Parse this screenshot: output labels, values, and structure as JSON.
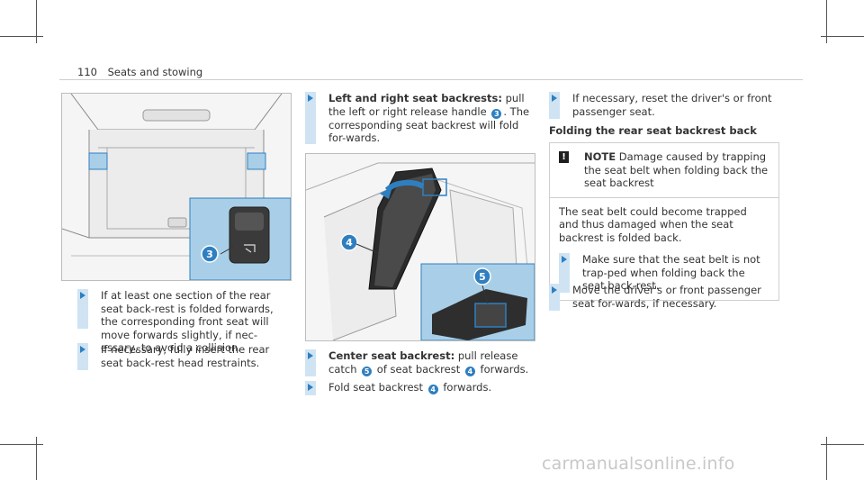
{
  "header": {
    "page_number": "110",
    "section": "Seats and stowing"
  },
  "col1": {
    "fig_callout": "3",
    "step1": "If at least one section of the rear seat back-rest is folded forwards, the corresponding front seat will move forwards slightly, if nec-essary, to avoid a collision.",
    "step2": "If necessary, fully insert the rear seat back-rest head restraints."
  },
  "col2": {
    "step1_bold": "Left and right seat backrests:",
    "step1_a": " pull the left or right release handle",
    "step1_badge": "3",
    "step1_b": ". The corresponding seat backrest will fold for-wards.",
    "fig_callout_4": "4",
    "fig_callout_5": "5",
    "step2_bold": "Center seat backrest:",
    "step2_a": " pull release catch",
    "step2_badge": "5",
    "step2_b": " of seat backrest",
    "step2_badge2": "4",
    "step2_c": " forwards.",
    "step3_a": "Fold seat backrest",
    "step3_badge": "4",
    "step3_b": " forwards."
  },
  "col3": {
    "step1": "If necessary, reset the driver's or front passenger seat.",
    "subhead": "Folding the rear seat backrest back",
    "note_label": "NOTE",
    "note_text": " Damage caused by trapping the seat belt when folding back the seat backrest",
    "note_body": "The seat belt could become trapped and thus damaged when the seat backrest is folded back.",
    "note_step": "Make sure that the seat belt is not trap-ped when folding back the seat back-rest.",
    "step2": "Move the driver's or front passenger seat for-wards, if necessary."
  },
  "watermark": "carmanualsonline.info",
  "colors": {
    "accent": "#2f7fc0",
    "bar": "#cfe3f3",
    "inset": "#a9cfe8"
  }
}
